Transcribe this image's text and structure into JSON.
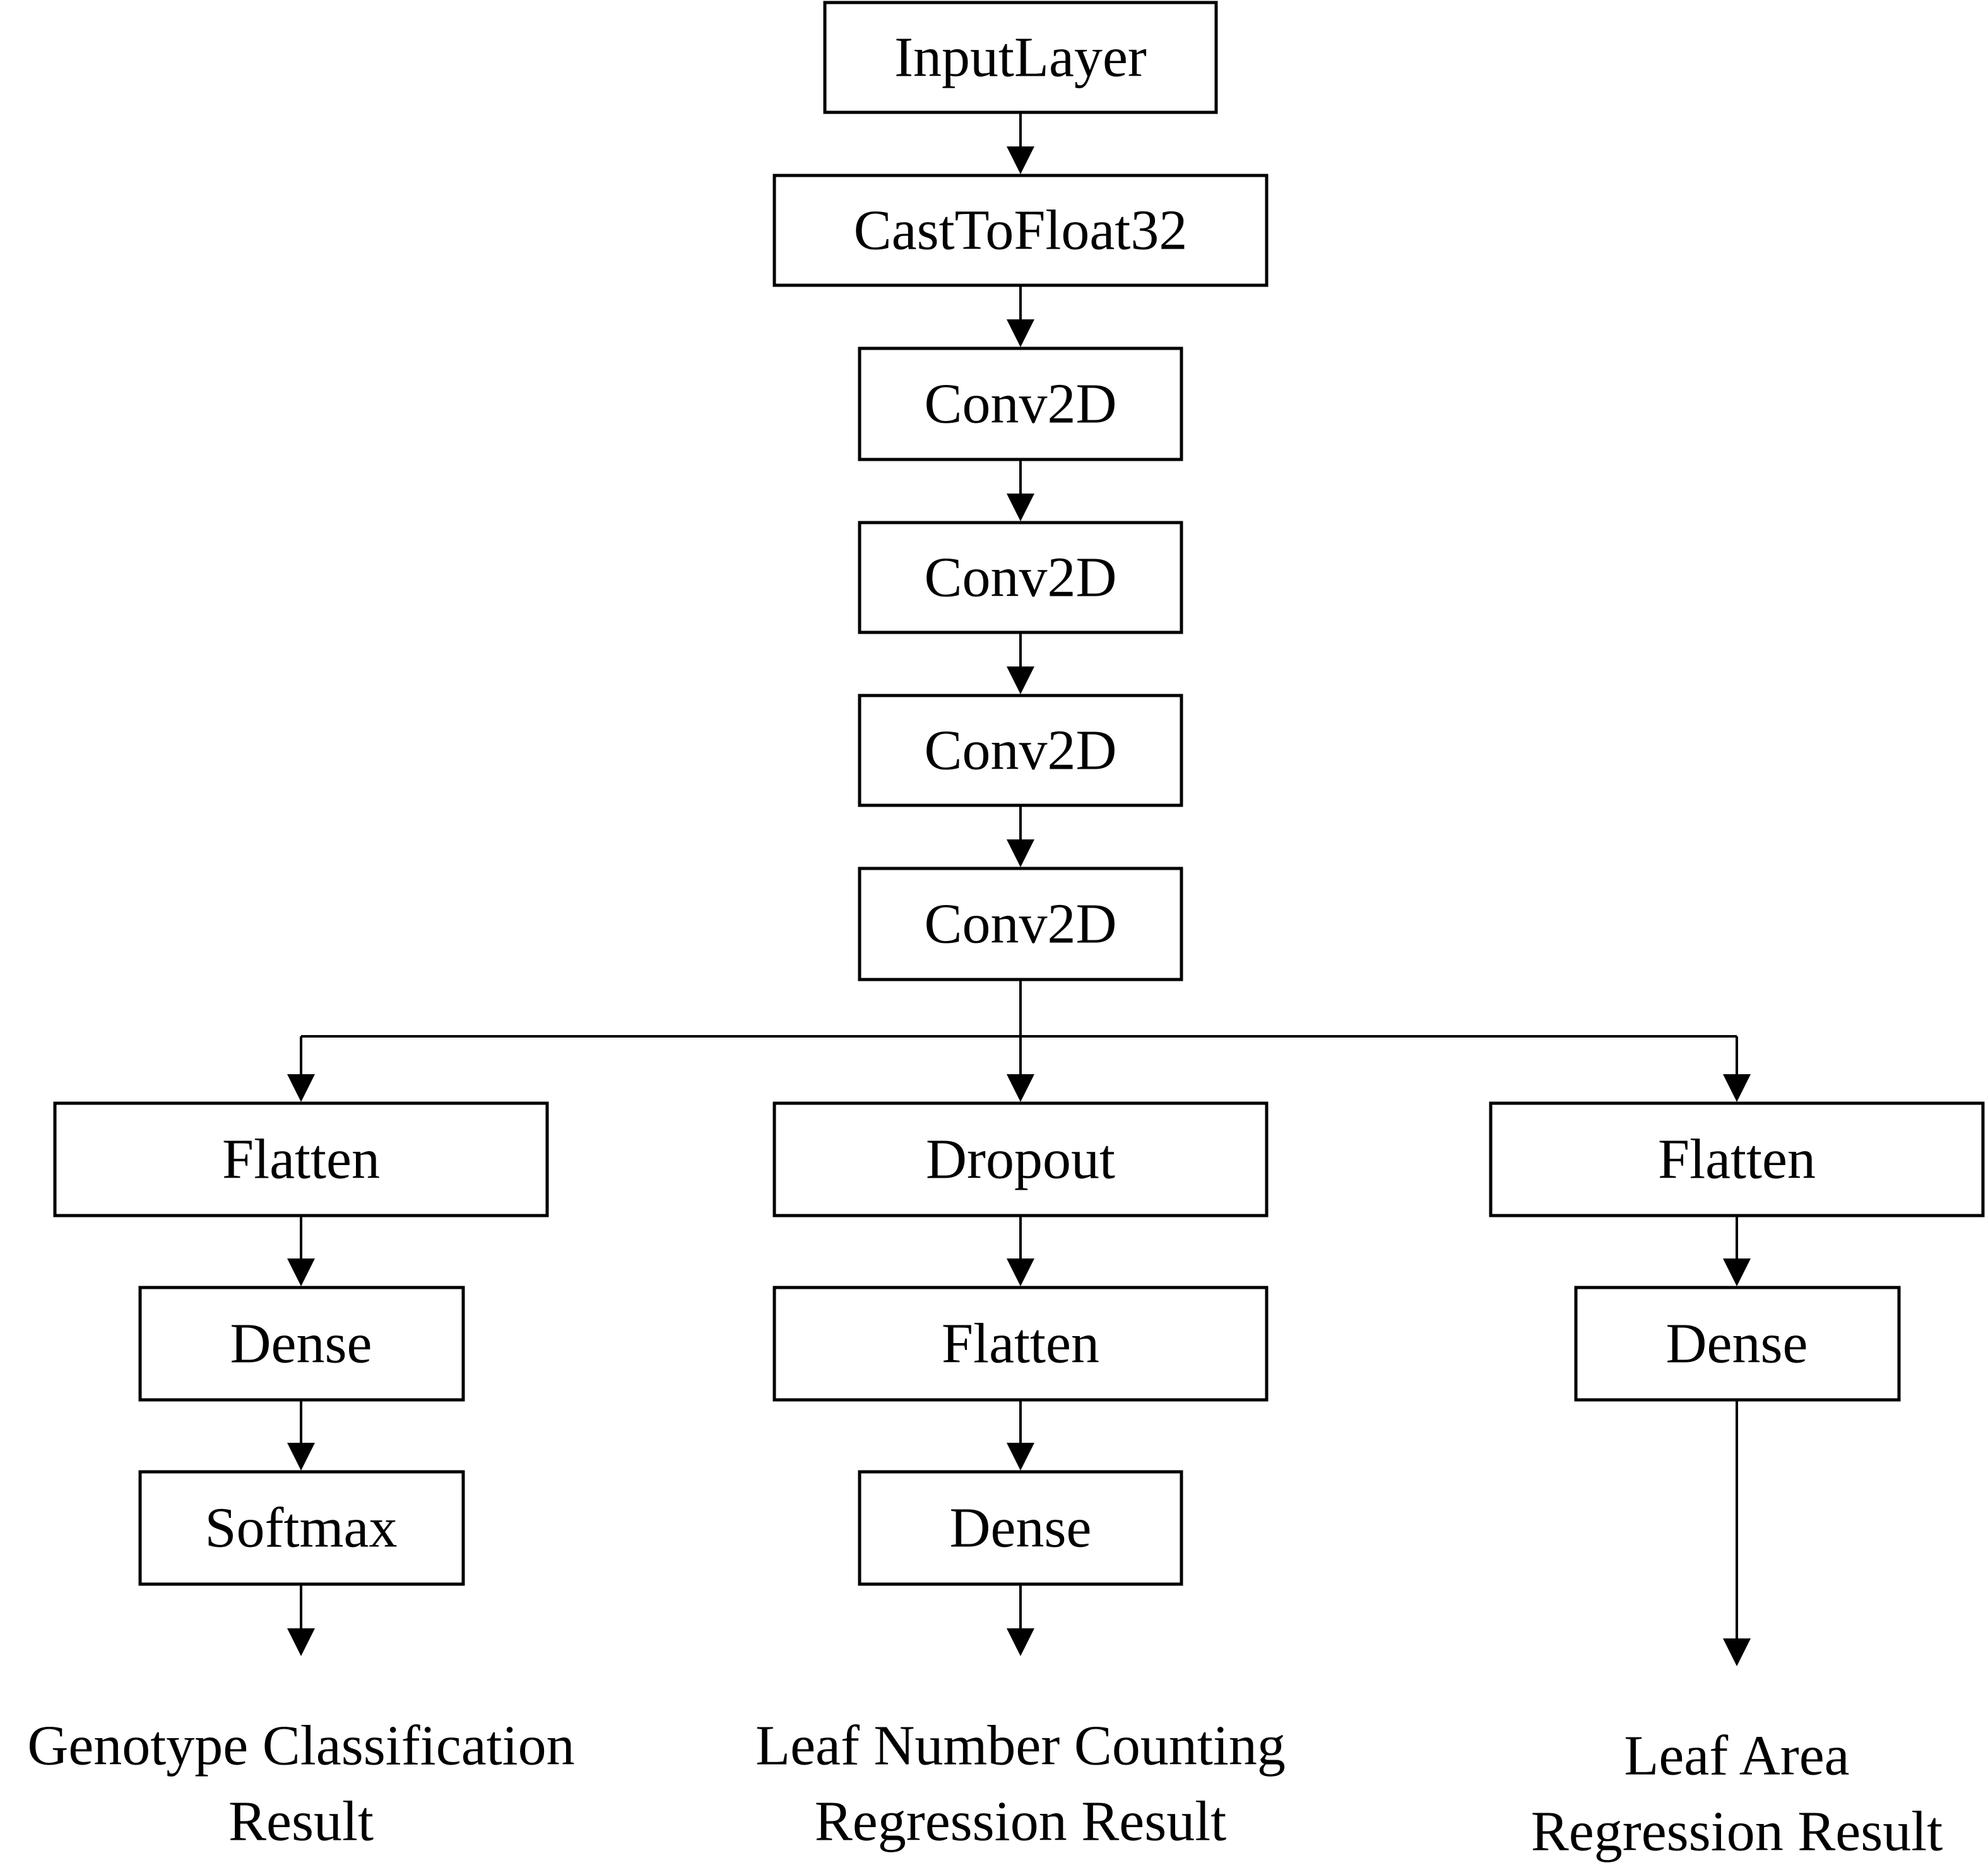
{
  "nodes": [
    {
      "id": "input",
      "label": "InputLayer"
    },
    {
      "id": "cast",
      "label": "CastToFloat32"
    },
    {
      "id": "conv1",
      "label": "Conv2D"
    },
    {
      "id": "conv2",
      "label": "Conv2D"
    },
    {
      "id": "conv3",
      "label": "Conv2D"
    },
    {
      "id": "conv4",
      "label": "Conv2D"
    },
    {
      "id": "flatten-left",
      "label": "Flatten"
    },
    {
      "id": "dense-left",
      "label": "Dense"
    },
    {
      "id": "softmax",
      "label": "Softmax"
    },
    {
      "id": "dropout",
      "label": "Dropout"
    },
    {
      "id": "flatten-mid",
      "label": "Flatten"
    },
    {
      "id": "dense-mid",
      "label": "Dense"
    },
    {
      "id": "flatten-right",
      "label": "Flatten"
    },
    {
      "id": "dense-right",
      "label": "Dense"
    }
  ],
  "outputs": {
    "genotype": [
      "Genotype Classification",
      "Result"
    ],
    "leaf_number": [
      "Leaf Number Counting",
      "Regression Result"
    ],
    "leaf_area": [
      "Leaf Area",
      "Regression Result"
    ]
  },
  "edges": [
    {
      "from": "input",
      "to": "cast"
    },
    {
      "from": "cast",
      "to": "conv1"
    },
    {
      "from": "conv1",
      "to": "conv2"
    },
    {
      "from": "conv2",
      "to": "conv3"
    },
    {
      "from": "conv3",
      "to": "conv4"
    },
    {
      "from": "conv4",
      "to": "flatten-left"
    },
    {
      "from": "conv4",
      "to": "dropout"
    },
    {
      "from": "conv4",
      "to": "flatten-right"
    },
    {
      "from": "flatten-left",
      "to": "dense-left"
    },
    {
      "from": "dense-left",
      "to": "softmax"
    },
    {
      "from": "softmax",
      "to": "genotype"
    },
    {
      "from": "dropout",
      "to": "flatten-mid"
    },
    {
      "from": "flatten-mid",
      "to": "dense-mid"
    },
    {
      "from": "dense-mid",
      "to": "leaf_number"
    },
    {
      "from": "flatten-right",
      "to": "dense-right"
    },
    {
      "from": "dense-right",
      "to": "leaf_area"
    }
  ]
}
